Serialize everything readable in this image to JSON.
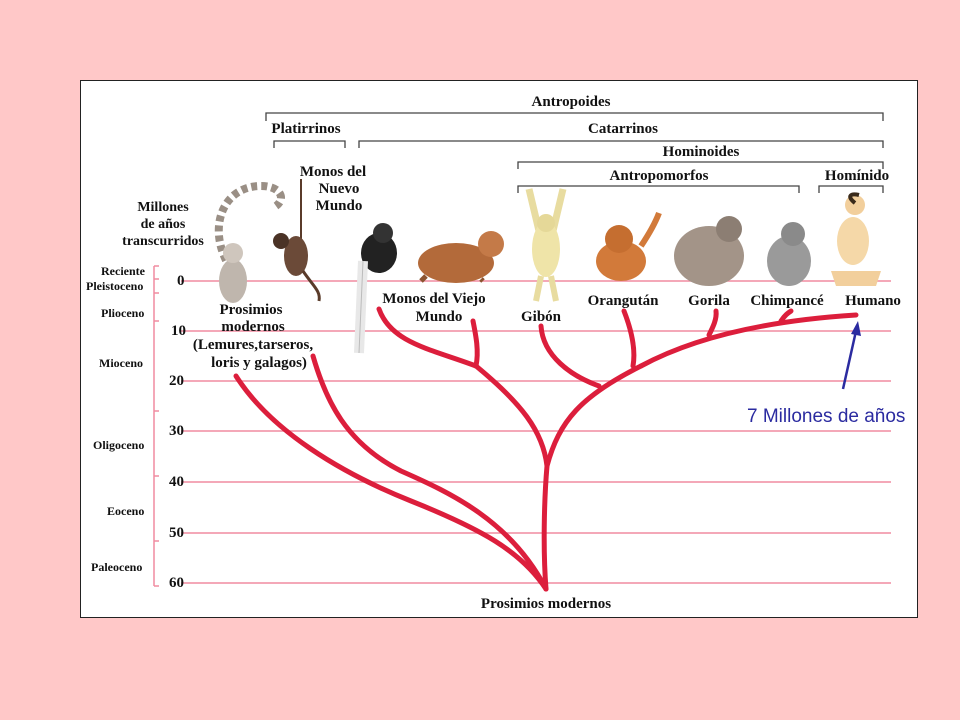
{
  "diagram": {
    "groups": {
      "antropoides": "Antropoides",
      "platirrinos": "Platirrinos",
      "catarrinos": "Catarrinos",
      "hominoides": "Hominoides",
      "antropomorfos": "Antropomorfos",
      "hominido": "Homínido"
    },
    "time_axis": {
      "title": [
        "Millones",
        "de años",
        "transcurridos"
      ],
      "ticks": [
        "0",
        "10",
        "20",
        "30",
        "40",
        "50",
        "60"
      ],
      "epochs": [
        "Reciente",
        "Pleistoceno",
        "Plioceno",
        "Mioceno",
        "Oligoceno",
        "Eoceno",
        "Paleoceno"
      ]
    },
    "taxa": {
      "prosimios_top": [
        "Prosimios",
        "modernos",
        "(Lemures,tarseros,",
        "loris y galagos)"
      ],
      "monos_nuevo": [
        "Monos del",
        "Nuevo",
        "Mundo"
      ],
      "monos_viejo": [
        "Monos del Viejo",
        "Mundo"
      ],
      "gibon": "Gibón",
      "orangutan": "Orangután",
      "gorila": "Gorila",
      "chimpance": "Chimpancé",
      "humano": "Humano",
      "root": "Prosimios modernos"
    },
    "colors": {
      "branch": "#dc1e3c",
      "gridline": "#f08ca0",
      "arrow": "#2b2ba0",
      "background": "#ffc8c8"
    },
    "annotation": "7 Millones  de años"
  }
}
